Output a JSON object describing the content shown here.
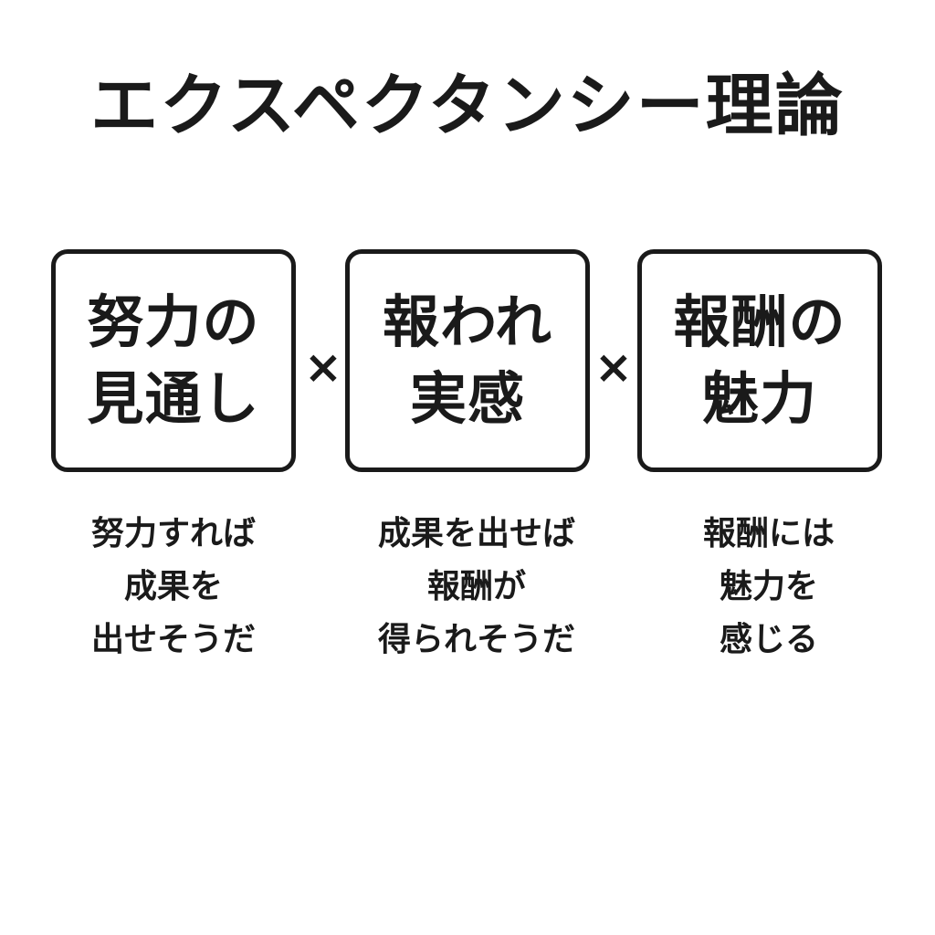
{
  "title": "エクスペクタンシー理論",
  "operator": "×",
  "factors": [
    {
      "box_lines": [
        "努力の",
        "見通し"
      ],
      "desc_lines": [
        "努力すれば",
        "成果を",
        "出せそうだ"
      ]
    },
    {
      "box_lines": [
        "報われ",
        "実感"
      ],
      "desc_lines": [
        "成果を出せば",
        "報酬が",
        "得られそうだ"
      ]
    },
    {
      "box_lines": [
        "報酬の",
        "魅力"
      ],
      "desc_lines": [
        "報酬には",
        "魅力を",
        "感じる"
      ]
    }
  ]
}
